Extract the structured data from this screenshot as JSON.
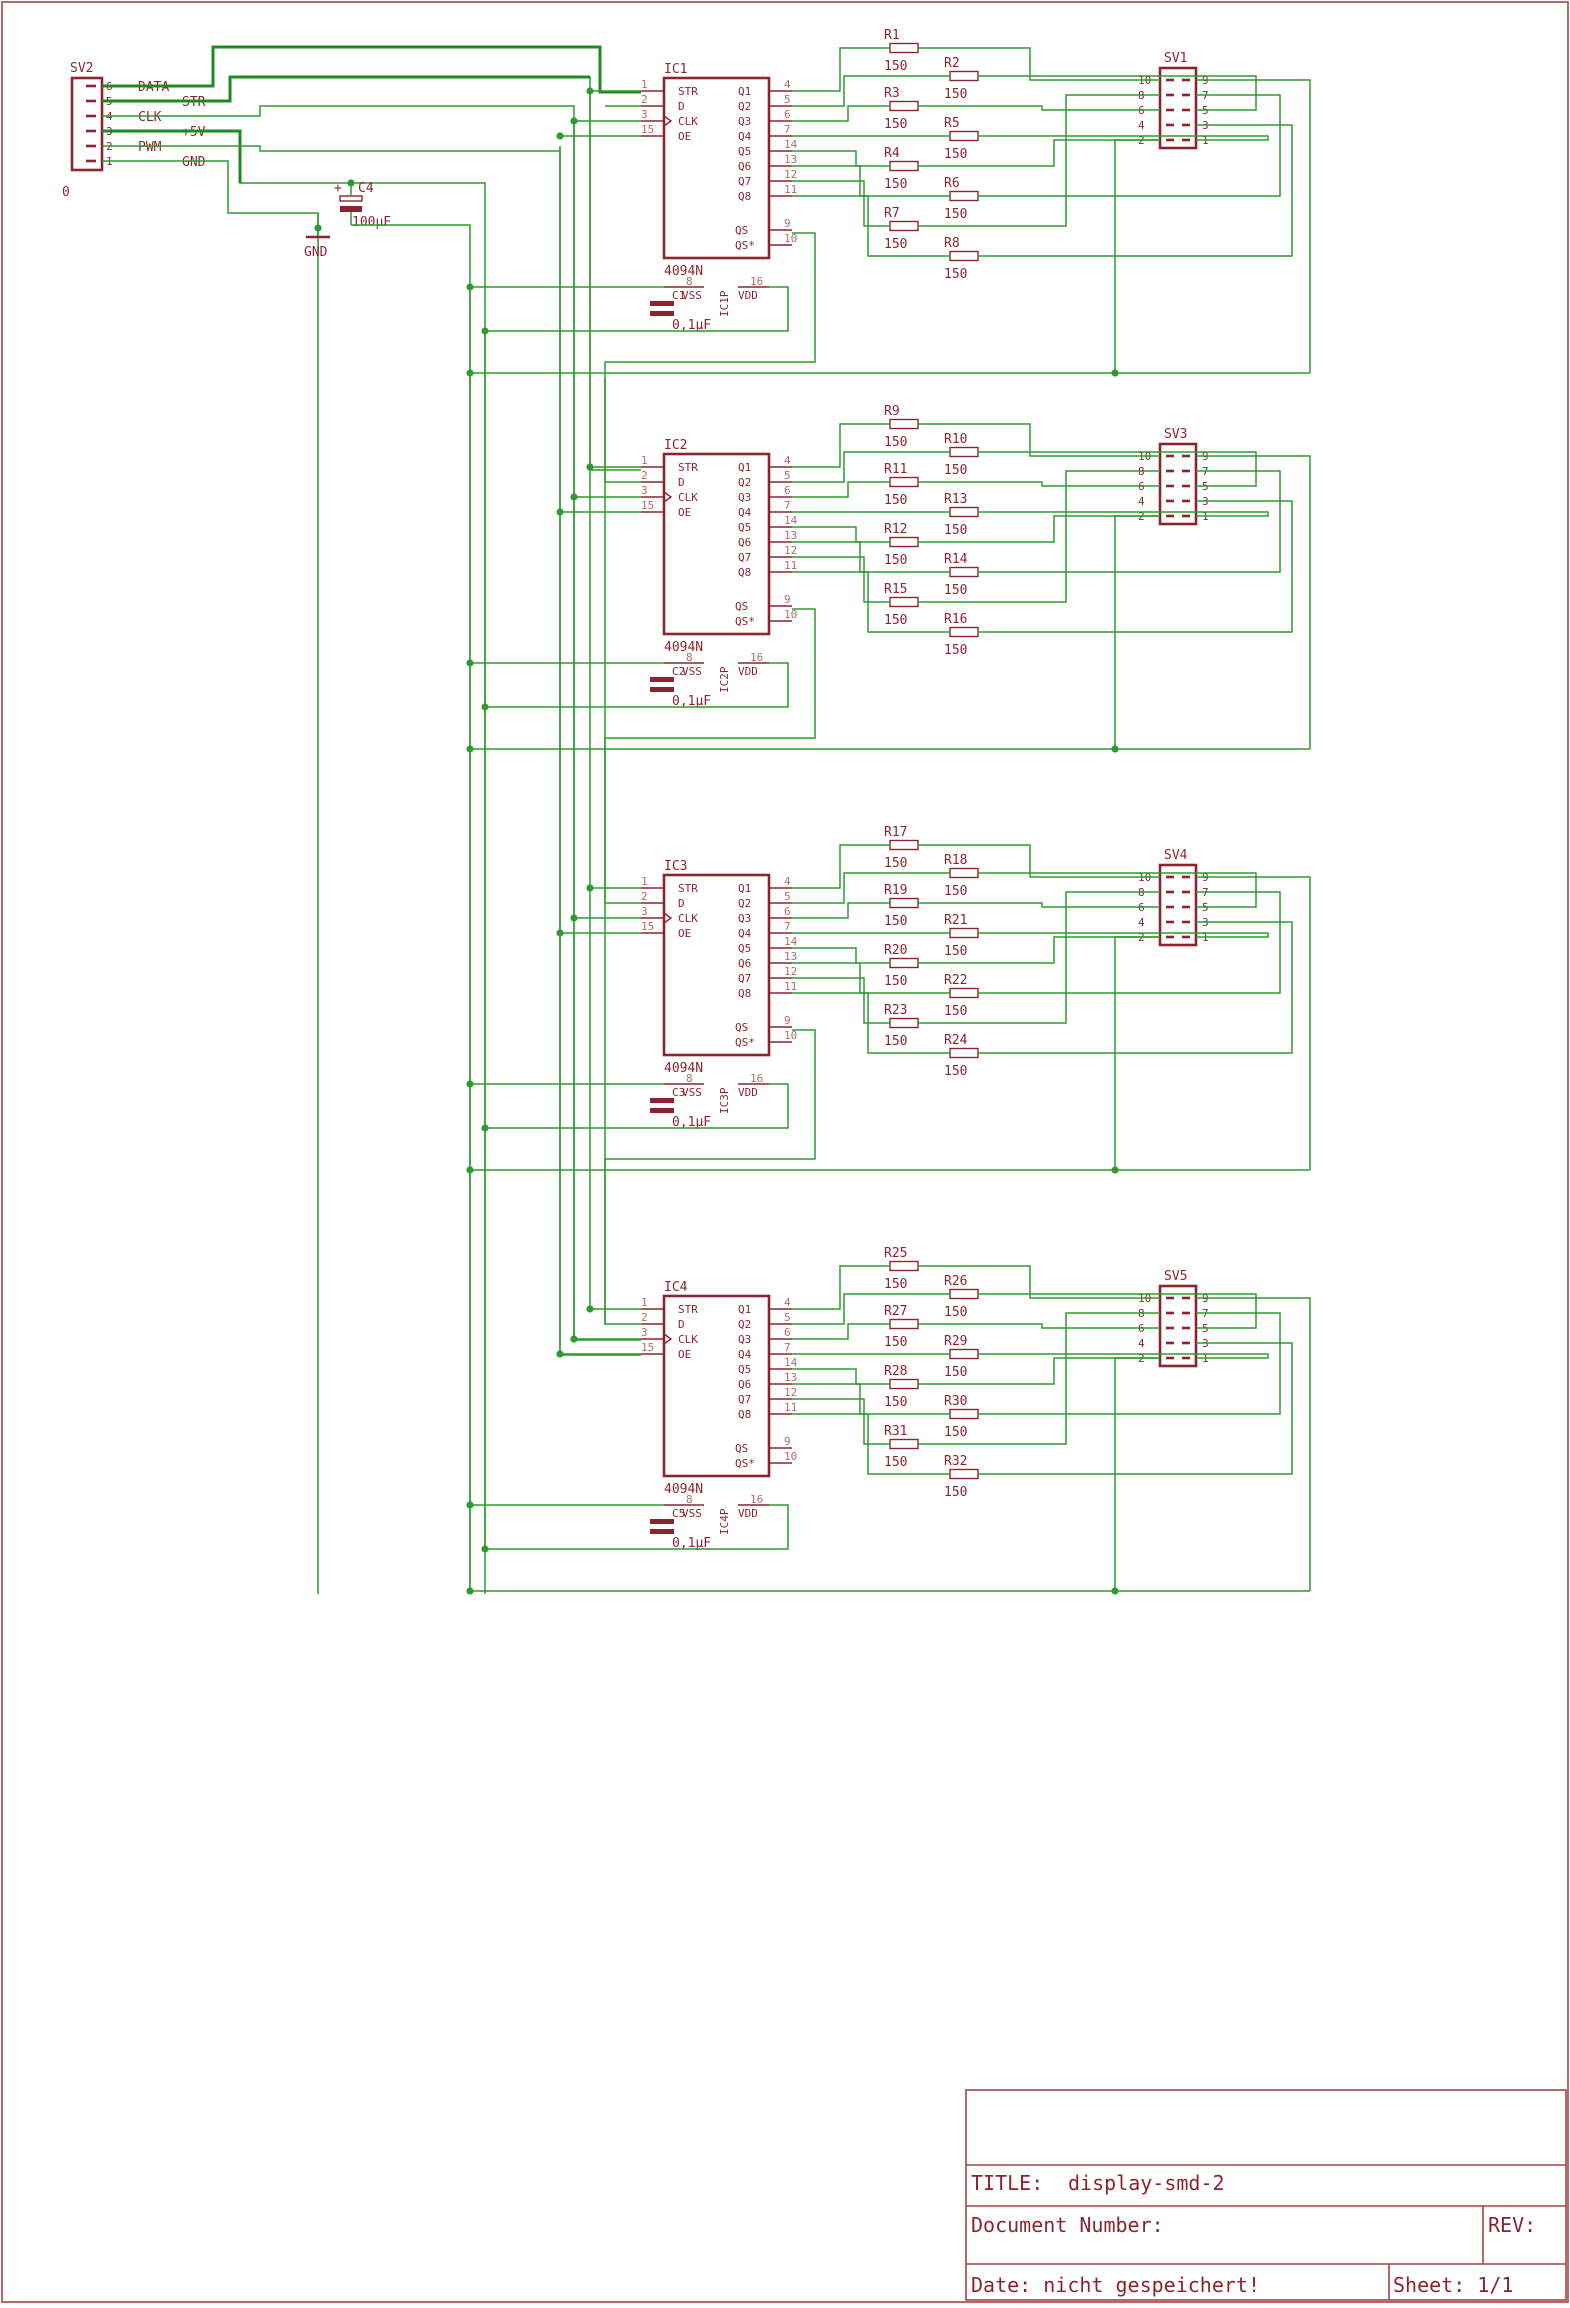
{
  "sheet": {
    "title_label": "TITLE:",
    "title_value": "display-smd-2",
    "docnum_label": "Document Number:",
    "rev_label": "REV:",
    "date_label": "Date: nicht gespeichert!",
    "sheet_label": "Sheet: 1/1"
  },
  "input_connector": {
    "name": "SV2",
    "value": "0",
    "pins": [
      "6",
      "5",
      "4",
      "3",
      "2",
      "1"
    ],
    "signals": [
      "DATA",
      "STR",
      "CLK",
      "+5V",
      "PWM",
      "GND"
    ]
  },
  "elko": {
    "name": "C4",
    "value": "100µF",
    "plus": "+"
  },
  "gnd_label": "GND",
  "ic_type": "4094N",
  "ic_left_pins": [
    {
      "num": "1",
      "name": "STR"
    },
    {
      "num": "2",
      "name": "D"
    },
    {
      "num": "3",
      "name": "CLK"
    },
    {
      "num": "15",
      "name": "OE"
    }
  ],
  "ic_right_pins": [
    {
      "num": "4",
      "name": "Q1"
    },
    {
      "num": "5",
      "name": "Q2"
    },
    {
      "num": "6",
      "name": "Q3"
    },
    {
      "num": "7",
      "name": "Q4"
    },
    {
      "num": "14",
      "name": "Q5"
    },
    {
      "num": "13",
      "name": "Q6"
    },
    {
      "num": "12",
      "name": "Q7"
    },
    {
      "num": "11",
      "name": "Q8"
    }
  ],
  "ic_qs_pins": [
    {
      "num": "9",
      "name": "QS"
    },
    {
      "num": "10",
      "name": "QS*"
    }
  ],
  "power_pins": {
    "vss_num": "8",
    "vss": "VSS",
    "vdd_num": "16",
    "vdd": "VDD"
  },
  "header_pins_left": [
    "10",
    "8",
    "6",
    "4",
    "2"
  ],
  "header_pins_right": [
    "9",
    "7",
    "5",
    "3",
    "1"
  ],
  "stages": [
    {
      "ic": "IC1",
      "power": "IC1P",
      "cap": "C1",
      "cap_value": "0,1µF",
      "header": "SV1",
      "resistors": [
        {
          "name": "R1",
          "value": "150"
        },
        {
          "name": "R2",
          "value": "150"
        },
        {
          "name": "R3",
          "value": "150"
        },
        {
          "name": "R5",
          "value": "150"
        },
        {
          "name": "R4",
          "value": "150"
        },
        {
          "name": "R6",
          "value": "150"
        },
        {
          "name": "R7",
          "value": "150"
        },
        {
          "name": "R8",
          "value": "150"
        }
      ]
    },
    {
      "ic": "IC2",
      "power": "IC2P",
      "cap": "C2",
      "cap_value": "0,1µF",
      "header": "SV3",
      "resistors": [
        {
          "name": "R9",
          "value": "150"
        },
        {
          "name": "R10",
          "value": "150"
        },
        {
          "name": "R11",
          "value": "150"
        },
        {
          "name": "R13",
          "value": "150"
        },
        {
          "name": "R12",
          "value": "150"
        },
        {
          "name": "R14",
          "value": "150"
        },
        {
          "name": "R15",
          "value": "150"
        },
        {
          "name": "R16",
          "value": "150"
        }
      ]
    },
    {
      "ic": "IC3",
      "power": "IC3P",
      "cap": "C3",
      "cap_value": "0,1µF",
      "header": "SV4",
      "resistors": [
        {
          "name": "R17",
          "value": "150"
        },
        {
          "name": "R18",
          "value": "150"
        },
        {
          "name": "R19",
          "value": "150"
        },
        {
          "name": "R21",
          "value": "150"
        },
        {
          "name": "R20",
          "value": "150"
        },
        {
          "name": "R22",
          "value": "150"
        },
        {
          "name": "R23",
          "value": "150"
        },
        {
          "name": "R24",
          "value": "150"
        }
      ]
    },
    {
      "ic": "IC4",
      "power": "IC4P",
      "cap": "C5",
      "cap_value": "0,1µF",
      "header": "SV5",
      "resistors": [
        {
          "name": "R25",
          "value": "150"
        },
        {
          "name": "R26",
          "value": "150"
        },
        {
          "name": "R27",
          "value": "150"
        },
        {
          "name": "R29",
          "value": "150"
        },
        {
          "name": "R28",
          "value": "150"
        },
        {
          "name": "R30",
          "value": "150"
        },
        {
          "name": "R31",
          "value": "150"
        },
        {
          "name": "R32",
          "value": "150"
        }
      ]
    }
  ]
}
